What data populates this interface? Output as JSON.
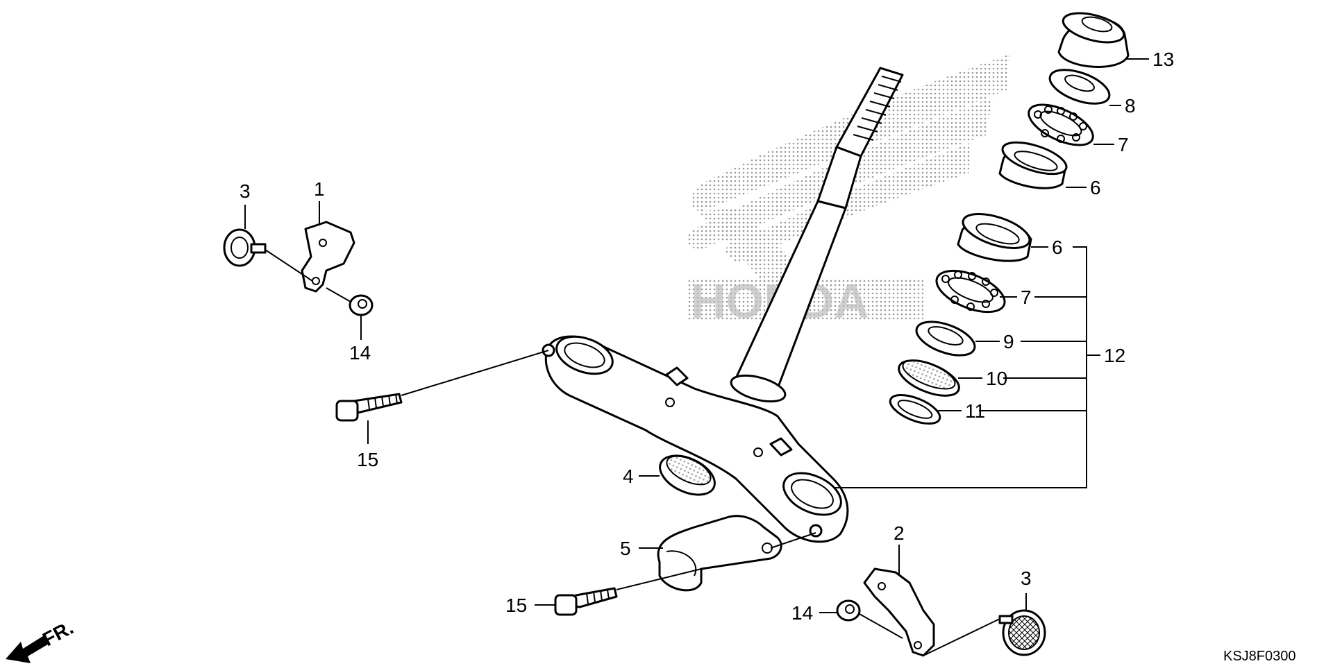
{
  "diagram": {
    "code": "KSJ8F0300",
    "front_mark": "FR.",
    "watermark_text": "HONDA",
    "labels": {
      "p1": "1",
      "p2": "2",
      "p3a": "3",
      "p3b": "3",
      "p4": "4",
      "p5": "5",
      "p6a": "6",
      "p6b": "6",
      "p7a": "7",
      "p7b": "7",
      "p8": "8",
      "p9": "9",
      "p10": "10",
      "p11": "11",
      "p12": "12",
      "p13": "13",
      "p14a": "14",
      "p14b": "14",
      "p15a": "15",
      "p15b": "15"
    }
  },
  "colors": {
    "line": "#000000",
    "watermark": "#9a9a9a",
    "background": "#ffffff"
  }
}
